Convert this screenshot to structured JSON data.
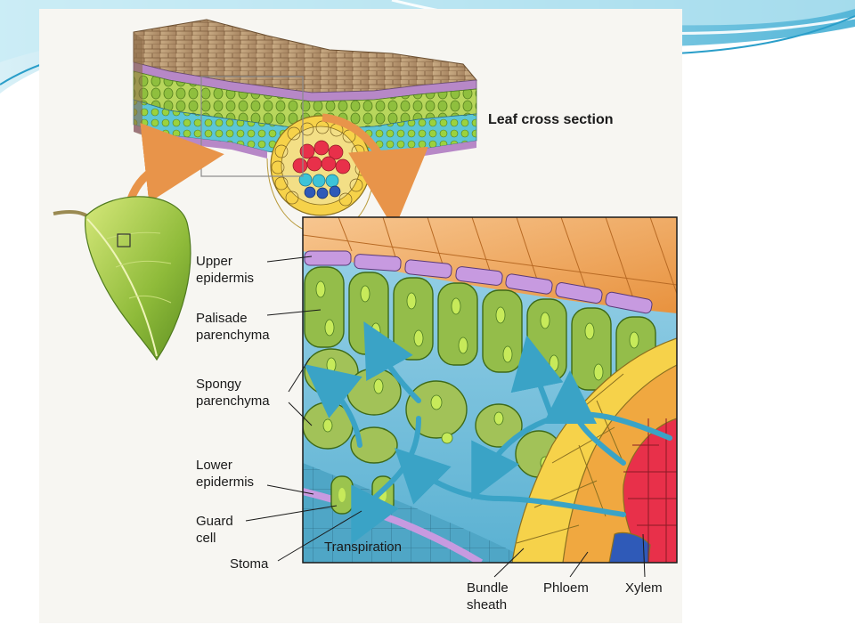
{
  "theme": {
    "banner_light": "#bfe6f2",
    "banner_mid": "#6fc6e2",
    "banner_dark": "#2a9ec9",
    "epidermis_orange": "#f0a050",
    "palisade_green": "#8fb84a",
    "xylem_red": "#e8304a",
    "phloem_yellow": "#f6d24a",
    "stream_blue": "#3aa3c6"
  },
  "diagram": {
    "title": "Leaf cross section",
    "labels": {
      "upper_epidermis": "Upper\nepidermis",
      "palisade": "Palisade\nparenchyma",
      "spongy": "Spongy\nparenchyma",
      "lower_epidermis": "Lower\nepidermis",
      "guard_cell": "Guard\ncell",
      "stoma": "Stoma",
      "transpiration": "Transpiration",
      "bundle_sheath": "Bundle\nsheath",
      "phloem": "Phloem",
      "xylem": "Xylem"
    },
    "icons": {
      "leaf": "leaf-illustration-icon",
      "block": "leaf-block-3d-icon",
      "arrow": "zoom-arrow-icon"
    }
  }
}
